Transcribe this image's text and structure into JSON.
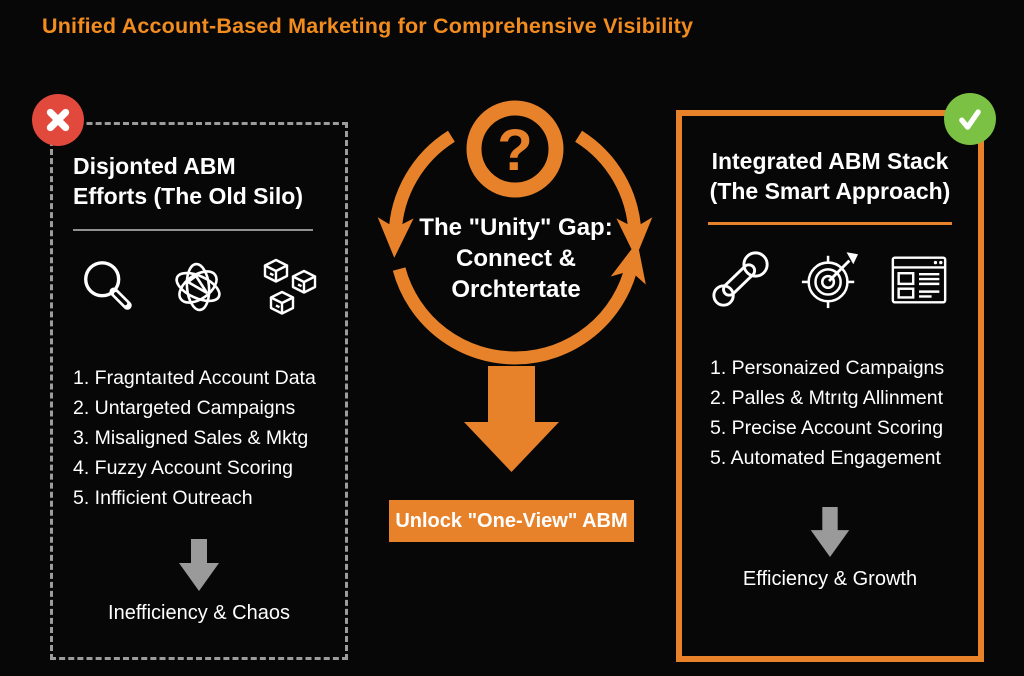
{
  "title": "Unified Account-Based Marketing for Comprehensive Visibility",
  "colors": {
    "background": "#070707",
    "orange": "#E8822A",
    "title_orange": "#F28C1E",
    "badge_red": "#E2493D",
    "badge_green": "#7BC143",
    "arrow_gray": "#9A9A9A",
    "text_white": "#FFFFFF",
    "dashed_border_gray": "#9C9C9C"
  },
  "left_panel": {
    "badge_icon": "x-icon",
    "title_line1": "Disjonted ABM",
    "title_line2": "Efforts (The Old Silo)",
    "icons": [
      "magnifier-icon",
      "tangle-icon",
      "cubes-icon"
    ],
    "items": [
      "1. Fragntaıted Account Data",
      "2. Untargeted Campaigns",
      "3. Misaligned Sales & Mktg",
      "4. Fuzzy Account Scoring",
      "5. Infficient Outreach"
    ],
    "outcome": "Inefficiency & Chaos"
  },
  "center": {
    "question_mark": "?",
    "gap_line1": "The \"Unity\" Gap:",
    "gap_line2": "Connect &",
    "gap_line3": "Orchtertate",
    "button_label": "Unlock \"One-View\" ABM"
  },
  "right_panel": {
    "badge_icon": "check-icon",
    "title_line1": "Integrated ABM Stack",
    "title_line2": "(The Smart Approach)",
    "icons": [
      "link-icon",
      "target-icon",
      "browser-icon"
    ],
    "items": [
      "1. Personaized Campaigns",
      "2. Palles & Mtrıtg Allinment",
      "5. Precise Account Scoring",
      "5. Automated Engagement"
    ],
    "outcome": "Efficiency & Growth"
  }
}
